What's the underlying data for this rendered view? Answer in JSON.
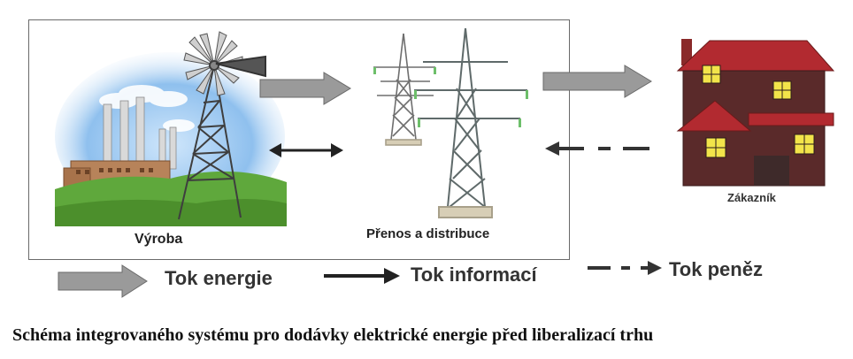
{
  "labels": {
    "production": "Výroba",
    "transmission": "Přenos a distribuce",
    "customer": "Zákazník"
  },
  "legend": {
    "energy_flow": "Tok energie",
    "information_flow": "Tok informací",
    "money_flow": "Tok peněz"
  },
  "caption": "Schéma integrovaného systému pro dodávky elektrické energie před liberalizací trhu",
  "colors": {
    "energy_arrow": "#9a9a9a",
    "house_wall": "#5a2a2a",
    "house_roof": "#b22a30",
    "window": "#f2e44a",
    "tower": "#6e6e6e",
    "grass": "#5fa83c",
    "sky": "#7fb6e8"
  }
}
